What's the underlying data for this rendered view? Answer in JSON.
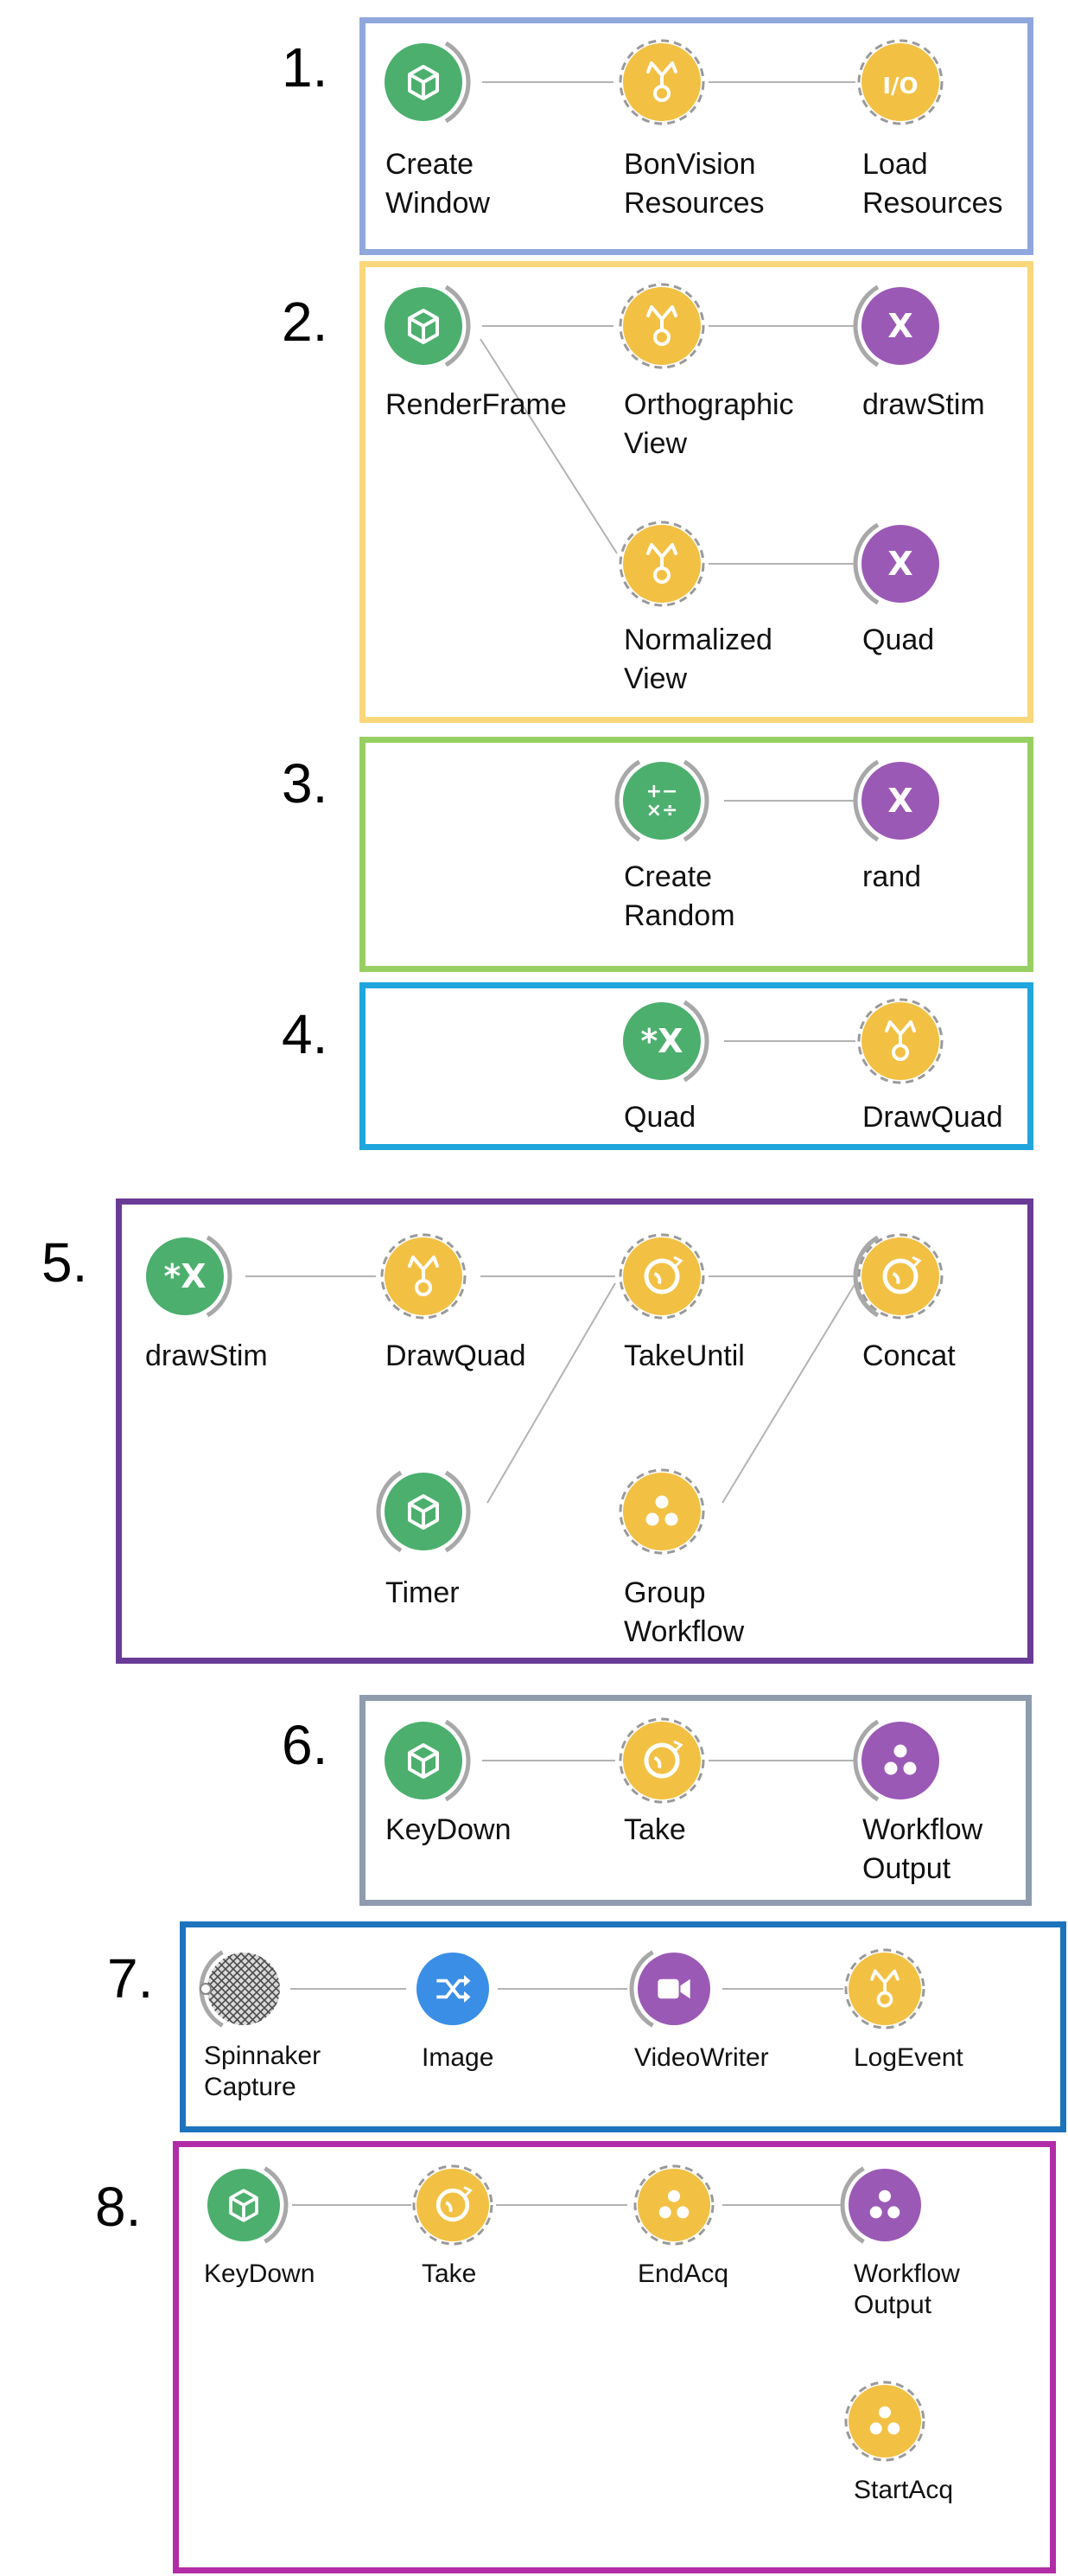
{
  "colors": {
    "green": "#4caf6e",
    "yellow": "#f2c144",
    "purple": "#9b59b6",
    "blue": "#3a8ee6",
    "edge": "#b3b3b3",
    "panel_border": [
      "#8fa7dc",
      "#f9d77a",
      "#98cf62",
      "#1fa6dd",
      "#6a3b96",
      "#8e9cad",
      "#1e73bd",
      "#b12ca6"
    ]
  },
  "panels": [
    {
      "number": "1.",
      "nodes": [
        {
          "label": "Create\nWindow",
          "kind": "green",
          "icon": "cube-icon"
        },
        {
          "label": "BonVision\nResources",
          "kind": "yellow",
          "icon": "sink-icon"
        },
        {
          "label": "Load\nResources",
          "kind": "yellow",
          "icon": "io-icon",
          "glyph": "I/O"
        }
      ]
    },
    {
      "number": "2.",
      "nodes": [
        {
          "label": "RenderFrame",
          "kind": "green",
          "icon": "cube-icon"
        },
        {
          "label": "Orthographic\nView",
          "kind": "yellow",
          "icon": "sink-icon"
        },
        {
          "label": "drawStim",
          "kind": "purple",
          "icon": "x-icon",
          "glyph": "X"
        },
        {
          "label": "Normalized\nView",
          "kind": "yellow",
          "icon": "sink-icon"
        },
        {
          "label": "Quad",
          "kind": "purple",
          "icon": "x-icon",
          "glyph": "X"
        }
      ]
    },
    {
      "number": "3.",
      "nodes": [
        {
          "label": "Create\nRandom",
          "kind": "green",
          "icon": "math-icon",
          "glyph": "+−\n×÷"
        },
        {
          "label": "rand",
          "kind": "purple",
          "icon": "x-icon",
          "glyph": "X"
        }
      ]
    },
    {
      "number": "4.",
      "nodes": [
        {
          "label": "Quad",
          "kind": "green",
          "icon": "star-x-icon",
          "glyph": "*X"
        },
        {
          "label": "DrawQuad",
          "kind": "yellow",
          "icon": "sink-icon"
        }
      ]
    },
    {
      "number": "5.",
      "nodes": [
        {
          "label": "drawStim",
          "kind": "green",
          "icon": "star-x-icon",
          "glyph": "*X"
        },
        {
          "label": "DrawQuad",
          "kind": "yellow",
          "icon": "sink-icon"
        },
        {
          "label": "TakeUntil",
          "kind": "yellow",
          "icon": "combinator-icon"
        },
        {
          "label": "Concat",
          "kind": "yellow",
          "icon": "combinator-icon"
        },
        {
          "label": "Timer",
          "kind": "green",
          "icon": "cube-icon"
        },
        {
          "label": "Group\nWorkflow",
          "kind": "yellow",
          "icon": "group-icon"
        }
      ]
    },
    {
      "number": "6.",
      "nodes": [
        {
          "label": "KeyDown",
          "kind": "green",
          "icon": "cube-icon"
        },
        {
          "label": "Take",
          "kind": "yellow",
          "icon": "combinator-icon"
        },
        {
          "label": "Workflow\nOutput",
          "kind": "purple",
          "icon": "group-icon"
        }
      ]
    },
    {
      "number": "7.",
      "nodes": [
        {
          "label": "Spinnaker\nCapture",
          "kind": "hatched",
          "icon": "hatched-source-icon"
        },
        {
          "label": "Image",
          "kind": "blue",
          "icon": "shuffle-icon"
        },
        {
          "label": "VideoWriter",
          "kind": "purple",
          "icon": "camera-icon"
        },
        {
          "label": "LogEvent",
          "kind": "yellow",
          "icon": "sink-icon"
        }
      ]
    },
    {
      "number": "8.",
      "nodes": [
        {
          "label": "KeyDown",
          "kind": "green",
          "icon": "cube-icon"
        },
        {
          "label": "Take",
          "kind": "yellow",
          "icon": "combinator-icon"
        },
        {
          "label": "EndAcq",
          "kind": "yellow",
          "icon": "group-icon"
        },
        {
          "label": "Workflow\nOutput",
          "kind": "purple",
          "icon": "group-icon"
        },
        {
          "label": "StartAcq",
          "kind": "yellow",
          "icon": "group-icon"
        }
      ]
    }
  ]
}
